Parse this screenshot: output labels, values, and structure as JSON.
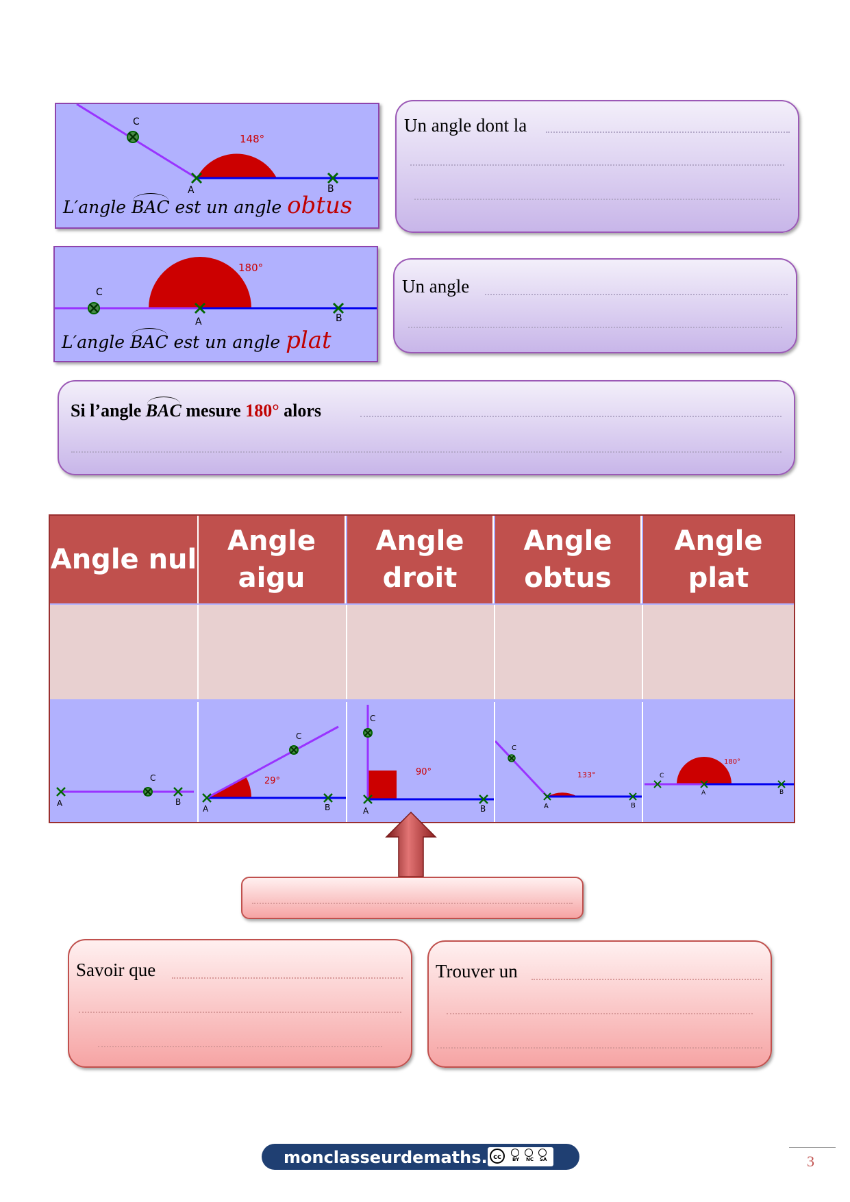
{
  "figures": {
    "obtus": {
      "caption_prefix": "L′angle",
      "caption_angle": "BAC",
      "caption_middle": "est un angle",
      "caption_keyword": "obtus",
      "measure": "148°",
      "label_a": "A",
      "label_b": "B",
      "label_c": "C",
      "angle_deg": 148
    },
    "plat": {
      "caption_prefix": "L′angle",
      "caption_angle": "BAC",
      "caption_middle": "est un angle",
      "caption_keyword": "plat",
      "measure": "180°",
      "label_a": "A",
      "label_b": "B",
      "label_c": "C",
      "angle_deg": 180
    }
  },
  "boxes": {
    "obtus_prompt": "Un angle dont la",
    "plat_prompt": "Un angle",
    "rule_prefix": "Si l’angle",
    "rule_angle": "BAC",
    "rule_middle": "mesure",
    "rule_value": "180°",
    "rule_suffix": "alors",
    "savoir_prompt": "Savoir que",
    "trouver_prompt": "Trouver un"
  },
  "table": {
    "headers": [
      "Angle nul",
      "Angle aigu",
      "Angle droit",
      "Angle obtus",
      "Angle plat"
    ],
    "figures": [
      {
        "a": "A",
        "b": "B",
        "c": "C",
        "measure": "",
        "angle_deg": 0
      },
      {
        "a": "A",
        "b": "B",
        "c": "C",
        "measure": "29°",
        "angle_deg": 29
      },
      {
        "a": "A",
        "b": "B",
        "c": "C",
        "measure": "90°",
        "angle_deg": 90
      },
      {
        "a": "A",
        "b": "B",
        "c": "C",
        "measure": "133°",
        "angle_deg": 133
      },
      {
        "a": "A",
        "b": "B",
        "c": "C",
        "measure": "180°",
        "angle_deg": 180
      }
    ]
  },
  "footer": {
    "site": "monclasseurdemaths.fr",
    "license_cc": "cc",
    "license_by": "BY",
    "license_nc": "NC",
    "license_sa": "SA",
    "page_number": "3"
  },
  "colors": {
    "figure_bg": "#b1b1fe",
    "arc": "#cc0000",
    "ray_blue": "#0000ee",
    "ray_purple": "#9933ff",
    "point_green": "#006600",
    "header_red": "#c0504d"
  }
}
